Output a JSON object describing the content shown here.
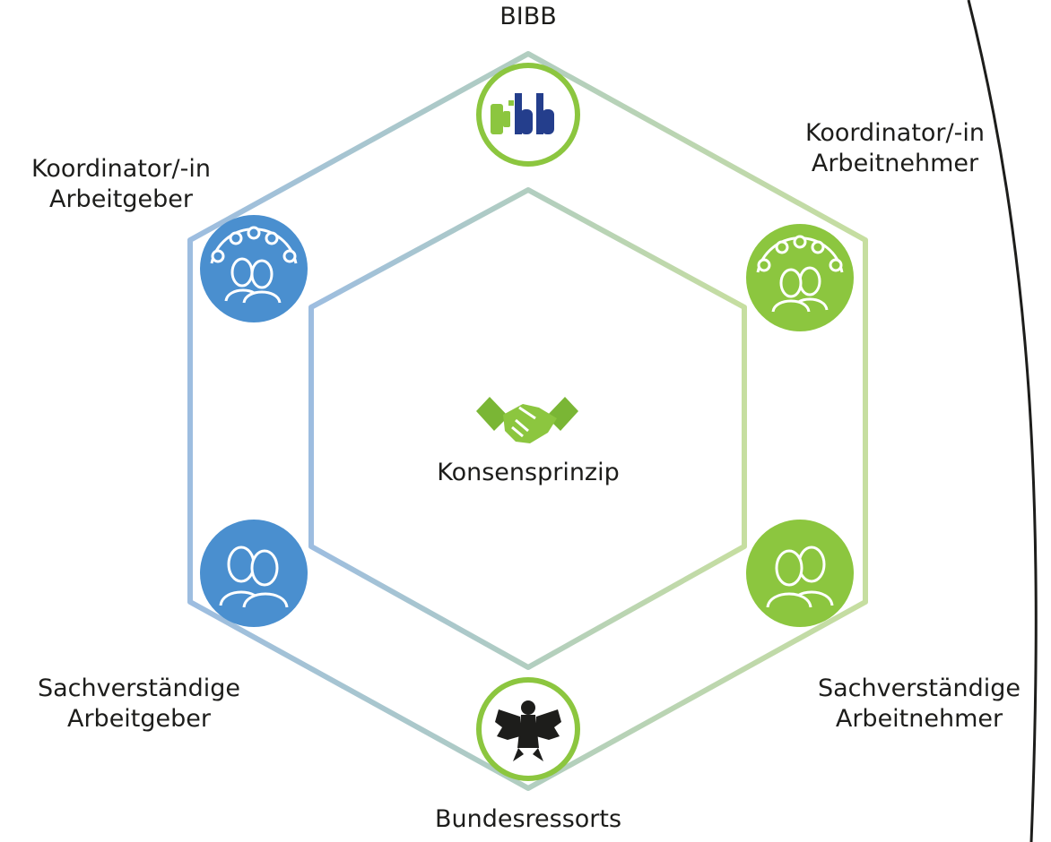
{
  "center": {
    "label": "Konsensprinzip",
    "icon": "handshake-icon"
  },
  "nodes": [
    {
      "id": "bibb",
      "label_lines": [
        "BIBB"
      ],
      "icon": "bibb-logo",
      "logo_text": "bibb",
      "color": "#8cc63f"
    },
    {
      "id": "koordinator-arbeitnehmer",
      "label_lines": [
        "Koordinator/-in",
        "Arbeitnehmer"
      ],
      "icon": "group-network-icon",
      "color": "#8cc63f"
    },
    {
      "id": "sachverstaendige-arbeitnehmer",
      "label_lines": [
        "Sachverständige",
        "Arbeitnehmer"
      ],
      "icon": "people-icon",
      "color": "#8cc63f"
    },
    {
      "id": "bundesressorts",
      "label_lines": [
        "Bundesressorts"
      ],
      "icon": "federal-eagle-icon",
      "color": "#8cc63f"
    },
    {
      "id": "sachverstaendige-arbeitgeber",
      "label_lines": [
        "Sachverständige",
        "Arbeitgeber"
      ],
      "icon": "people-icon",
      "color": "#4a8fcf"
    },
    {
      "id": "koordinator-arbeitgeber",
      "label_lines": [
        "Koordinator/-in",
        "Arbeitgeber"
      ],
      "icon": "group-network-icon",
      "color": "#4a8fcf"
    }
  ],
  "colors": {
    "blue": "#4a8fcf",
    "green": "#8cc63f",
    "logo_blue": "#243e8c",
    "frame": "#1d1d1b"
  }
}
